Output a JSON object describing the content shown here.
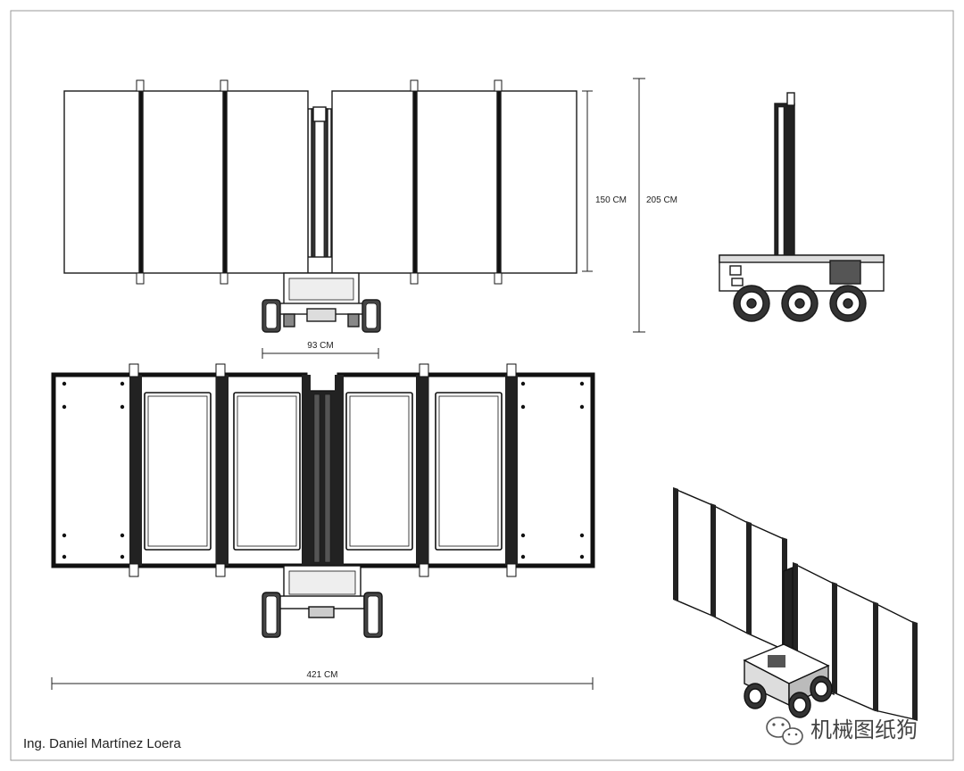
{
  "dimensions": {
    "panel_height": "150 CM",
    "total_height": "205 CM",
    "base_width": "93 CM",
    "total_width": "421 CM"
  },
  "author": "Ing. Daniel Martínez Loera",
  "watermark": {
    "text": "机械图纸狗",
    "icon": "wechat-icon"
  },
  "colors": {
    "line": "#1a1a1a",
    "frame": "#111111",
    "border": "#9a9a9a"
  }
}
